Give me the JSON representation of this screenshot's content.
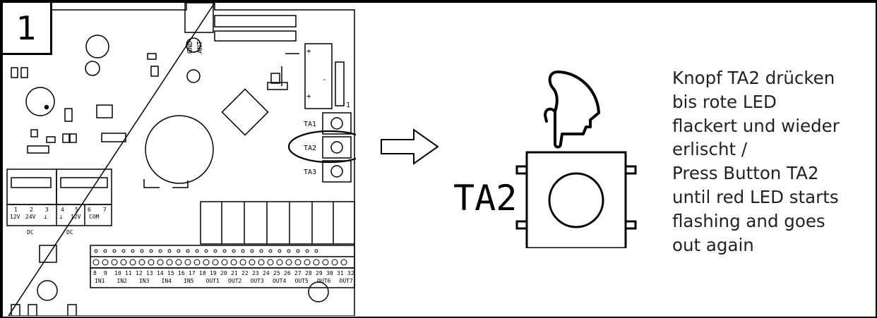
{
  "step": {
    "number": "1"
  },
  "board": {
    "header_pins": [
      "GND",
      "ANT"
    ],
    "pot_marks": [
      "+",
      "-",
      "+"
    ],
    "pot_number": "1",
    "buttons": [
      "TA1",
      "TA2",
      "TA3"
    ],
    "power_terminals": {
      "numbers": [
        "1",
        "2",
        "3",
        "4",
        "5",
        "6",
        "7"
      ],
      "labels": [
        "12V",
        "24V",
        "⊥",
        "⊥",
        "12V",
        "COM"
      ],
      "group_labels": [
        "DC",
        "DC"
      ]
    },
    "io_terminals": {
      "numbers": [
        "8",
        "9",
        "10",
        "11",
        "12",
        "13",
        "14",
        "15",
        "16",
        "17",
        "18",
        "19",
        "20",
        "21",
        "22",
        "23",
        "24",
        "25",
        "26",
        "27",
        "28",
        "29",
        "30",
        "31",
        "32"
      ],
      "groups": [
        "IN1",
        "IN2",
        "IN3",
        "IN4",
        "IN5",
        "OUT1",
        "OUT2",
        "OUT3",
        "OUT4",
        "OUT5",
        "OUT6",
        "OUT7"
      ]
    },
    "highlighted_button": "TA2"
  },
  "zoom": {
    "button_label": "TA2"
  },
  "instructions": {
    "lines": [
      "Knopf TA2 drücken",
      "bis rote LED",
      "flackert und wieder",
      "erlischt /",
      "Press Button TA2",
      "until red LED starts",
      "flashing and goes",
      "out again"
    ]
  },
  "colors": {
    "line": "#000000",
    "background": "#ffffff",
    "text": "#222222"
  }
}
